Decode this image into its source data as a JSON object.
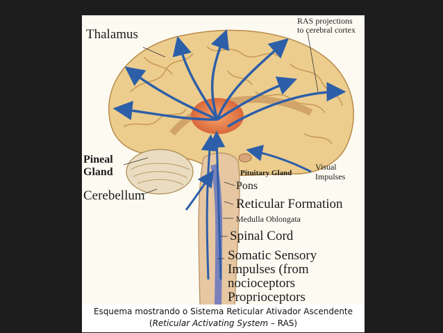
{
  "labels": {
    "thalamus": "Thalamus",
    "ras_projections": "RAS projections",
    "ras_projections_2": "to cerebral cortex",
    "pineal": "Pineal",
    "gland": "Gland",
    "cerebellum": "Cerebellum",
    "pituitary": "Pituitary Gland",
    "visual": "Visual",
    "impulses": "Impulses",
    "pons": "Pons",
    "reticular_formation": "Reticular Formation",
    "medulla": "Medulla Oblongata",
    "spinal_cord": "Spinal Cord",
    "somatic_1": "Somatic Sensory",
    "somatic_2": "Impulses (from",
    "somatic_3": "nocioceptors",
    "somatic_4": "Proprioceptors"
  },
  "caption": {
    "line1": "Esquema mostrando o Sistema Reticular Ativador Ascendente",
    "line2_open": "(",
    "line2_italic": "Reticular Activating System",
    "line2_rest": " – RAS)"
  },
  "colors": {
    "background": "#1d1d1d",
    "brain": "#e9c98a",
    "arrow": "#2d5ea8",
    "thalamus": "#e88a52"
  }
}
